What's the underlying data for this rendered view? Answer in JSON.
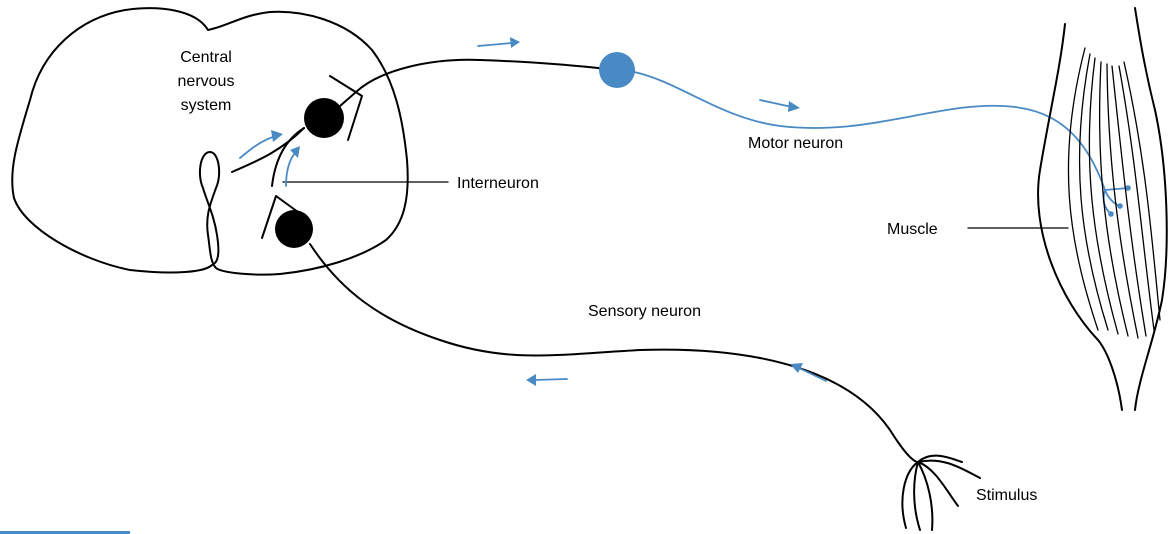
{
  "labels": {
    "cns_line1": "Central",
    "cns_line2": "nervous",
    "cns_line3": "system",
    "interneuron": "Interneuron",
    "motor_neuron": "Motor neuron",
    "muscle": "Muscle",
    "sensory_neuron": "Sensory neuron",
    "stimulus": "Stimulus"
  },
  "colors": {
    "accent": "#4a8ac4",
    "ink": "#000000",
    "background": "#ffffff"
  }
}
